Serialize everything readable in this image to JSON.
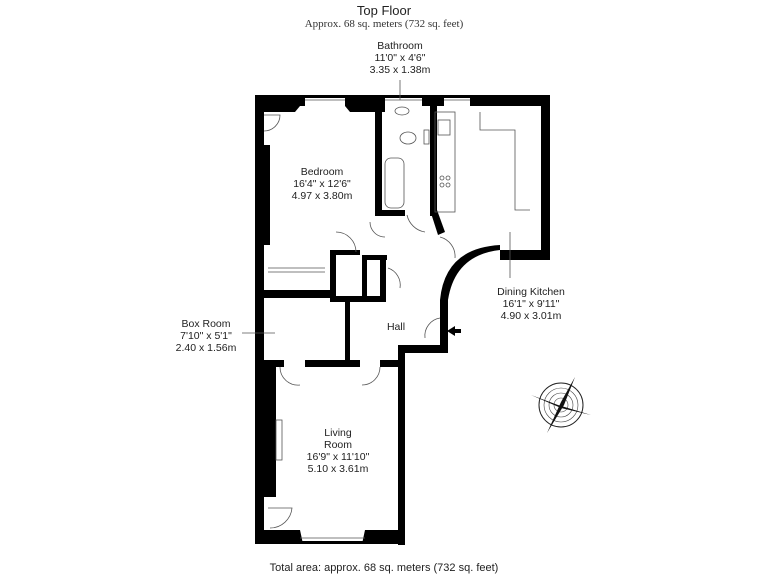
{
  "header": {
    "title": "Top Floor",
    "subtitle": "Approx. 68 sq. meters (732 sq. feet)"
  },
  "rooms": {
    "bathroom": {
      "name": "Bathroom",
      "imperial": "11'0\" x 4'6\"",
      "metric": "3.35 x 1.38m"
    },
    "bedroom": {
      "name": "Bedroom",
      "imperial": "16'4\" x 12'6\"",
      "metric": "4.97 x 3.80m"
    },
    "dining_kitchen": {
      "name": "Dining Kitchen",
      "imperial": "16'1\" x 9'11\"",
      "metric": "4.90 x 3.01m"
    },
    "box_room": {
      "name": "Box Room",
      "imperial": "7'10\" x 5'1\"",
      "metric": "2.40 x 1.56m"
    },
    "hall": {
      "name": "Hall"
    },
    "living_room": {
      "name_line1": "Living",
      "name_line2": "Room",
      "imperial": "16'9\" x 11'10\"",
      "metric": "5.10 x 3.61m"
    }
  },
  "compass": {
    "icon": "compass-rose-icon"
  },
  "entrance": {
    "icon": "entrance-arrow-icon"
  },
  "footer": {
    "total_area": "Total area: approx. 68 sq. meters (732 sq. feet)"
  }
}
